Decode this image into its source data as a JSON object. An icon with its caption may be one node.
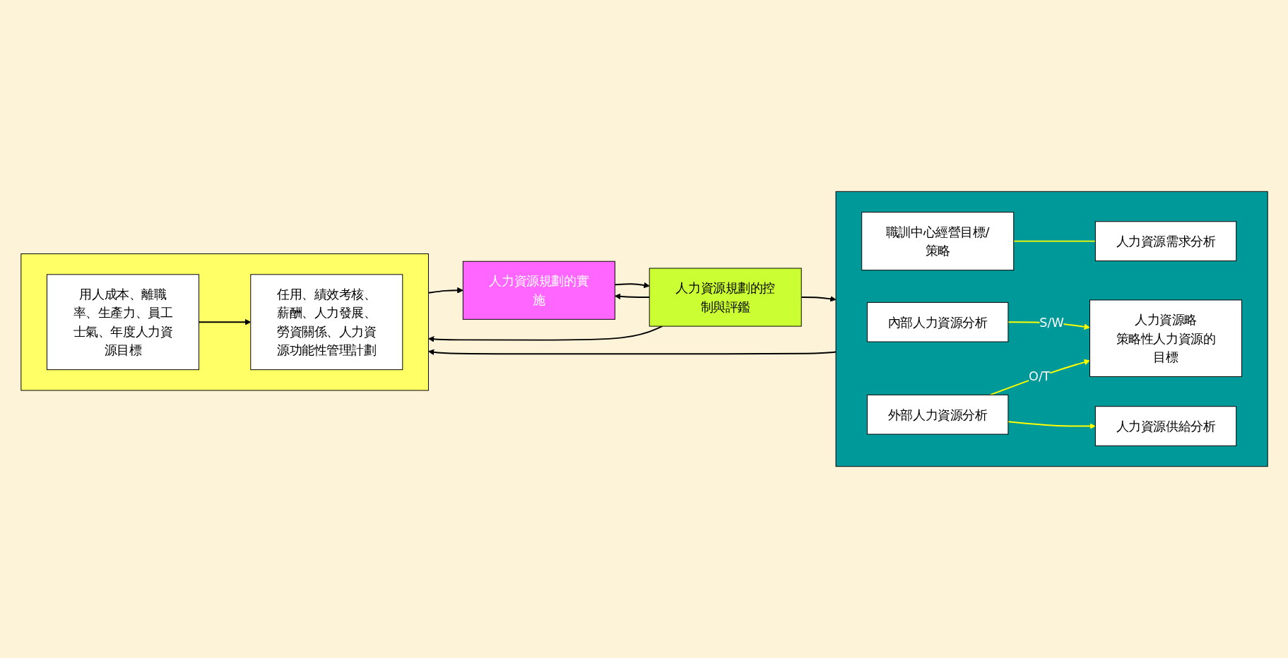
{
  "diagram": {
    "nodes": [
      {
        "text": [],
        "shape": "box"
      },
      {
        "text": [
          "職訓中心經營目標/策略"
        ],
        "in": 0
      },
      {
        "text": [
          "人力資源需求分析"
        ],
        "in": 0
      },
      {
        "text": [
          "內部人力資源分析"
        ],
        "in": 0
      },
      {
        "text": [
          "外部人力資源分析"
        ],
        "in": 0
      },
      {
        "text": [
          "人力資源供給分析"
        ],
        "in": 0
      },
      {
        "text": [
          "人力資源略",
          "策略性人力資源的目標"
        ],
        "in": 0
      },
      {
        "text": [],
        "shape": "box"
      },
      {
        "text": [
          "用人成本、離職率、生產力、員工士氣、年度人力資源目標"
        ],
        "in": 7
      },
      {
        "text": [
          "任用、績效考核、薪酬、人力發展、勞資關係、人力資源功能性管理計劃"
        ],
        "in": 7
      },
      {
        "text": [
          "人力資源規劃的實施"
        ]
      },
      {
        "text": [
          "人力資源規劃的控制與評鑑"
        ]
      }
    ],
    "edges": [
      {
        "from": 1,
        "to": 2,
        "arrow": "none",
        "color": "#ffff00"
      },
      {
        "from": 3,
        "to": 6,
        "arrow": "to",
        "label": "S/W",
        "color": "#ffff00"
      },
      {
        "from": 4,
        "to": 6,
        "arrow": "to",
        "label": "O/T",
        "color": "#ffff00"
      },
      {
        "from": 4,
        "to": 5,
        "arrow": "to",
        "color": "#ffff00"
      },
      {
        "from": 0,
        "to": 7,
        "arrow": "to"
      },
      {
        "from": 8,
        "to": 9,
        "arrow": "to"
      },
      {
        "from": 7,
        "to": 10,
        "arrow": "to"
      },
      {
        "from": 10,
        "to": 11,
        "arrow": "to"
      },
      {
        "from": 11,
        "to": 0,
        "arrow": "to"
      },
      {
        "from": 11,
        "to": 7,
        "arrow": "to"
      },
      {
        "from": 11,
        "to": 10,
        "arrow": "to"
      }
    ]
  }
}
